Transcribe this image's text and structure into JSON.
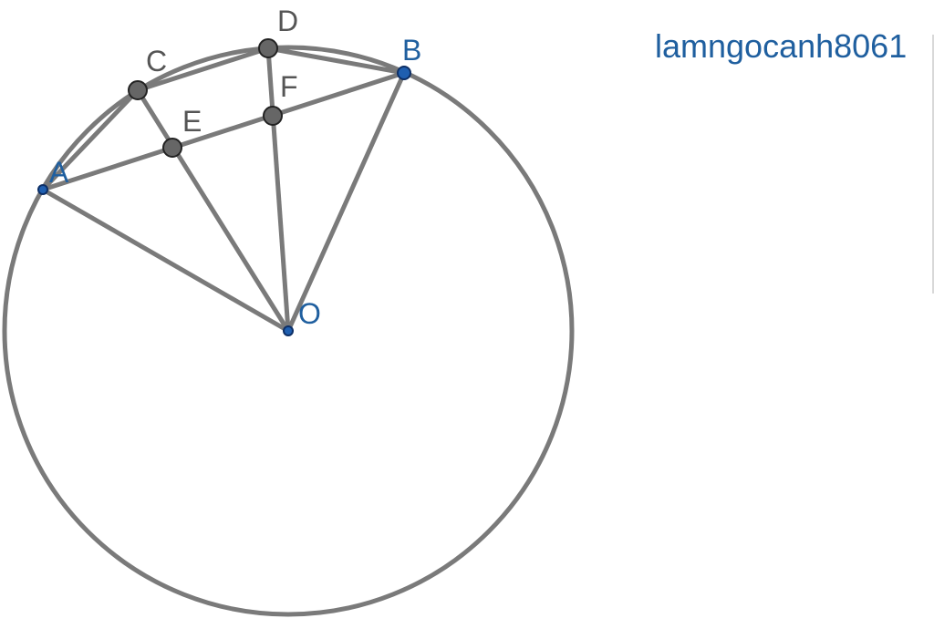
{
  "watermark": "lamngocanh8061",
  "colors": {
    "stroke": "#7a7a7a",
    "point_fill_dark": "#666666",
    "point_fill_blue": "#1f5fb0",
    "label_dark": "#555555",
    "label_blue": "#1f5f9f"
  },
  "points": {
    "A": {
      "label": "A",
      "kind": "blue-small"
    },
    "B": {
      "label": "B",
      "kind": "blue-large"
    },
    "C": {
      "label": "C",
      "kind": "dark"
    },
    "D": {
      "label": "D",
      "kind": "dark"
    },
    "E": {
      "label": "E",
      "kind": "dark"
    },
    "F": {
      "label": "F",
      "kind": "dark"
    },
    "O": {
      "label": "O",
      "kind": "blue-small"
    }
  }
}
